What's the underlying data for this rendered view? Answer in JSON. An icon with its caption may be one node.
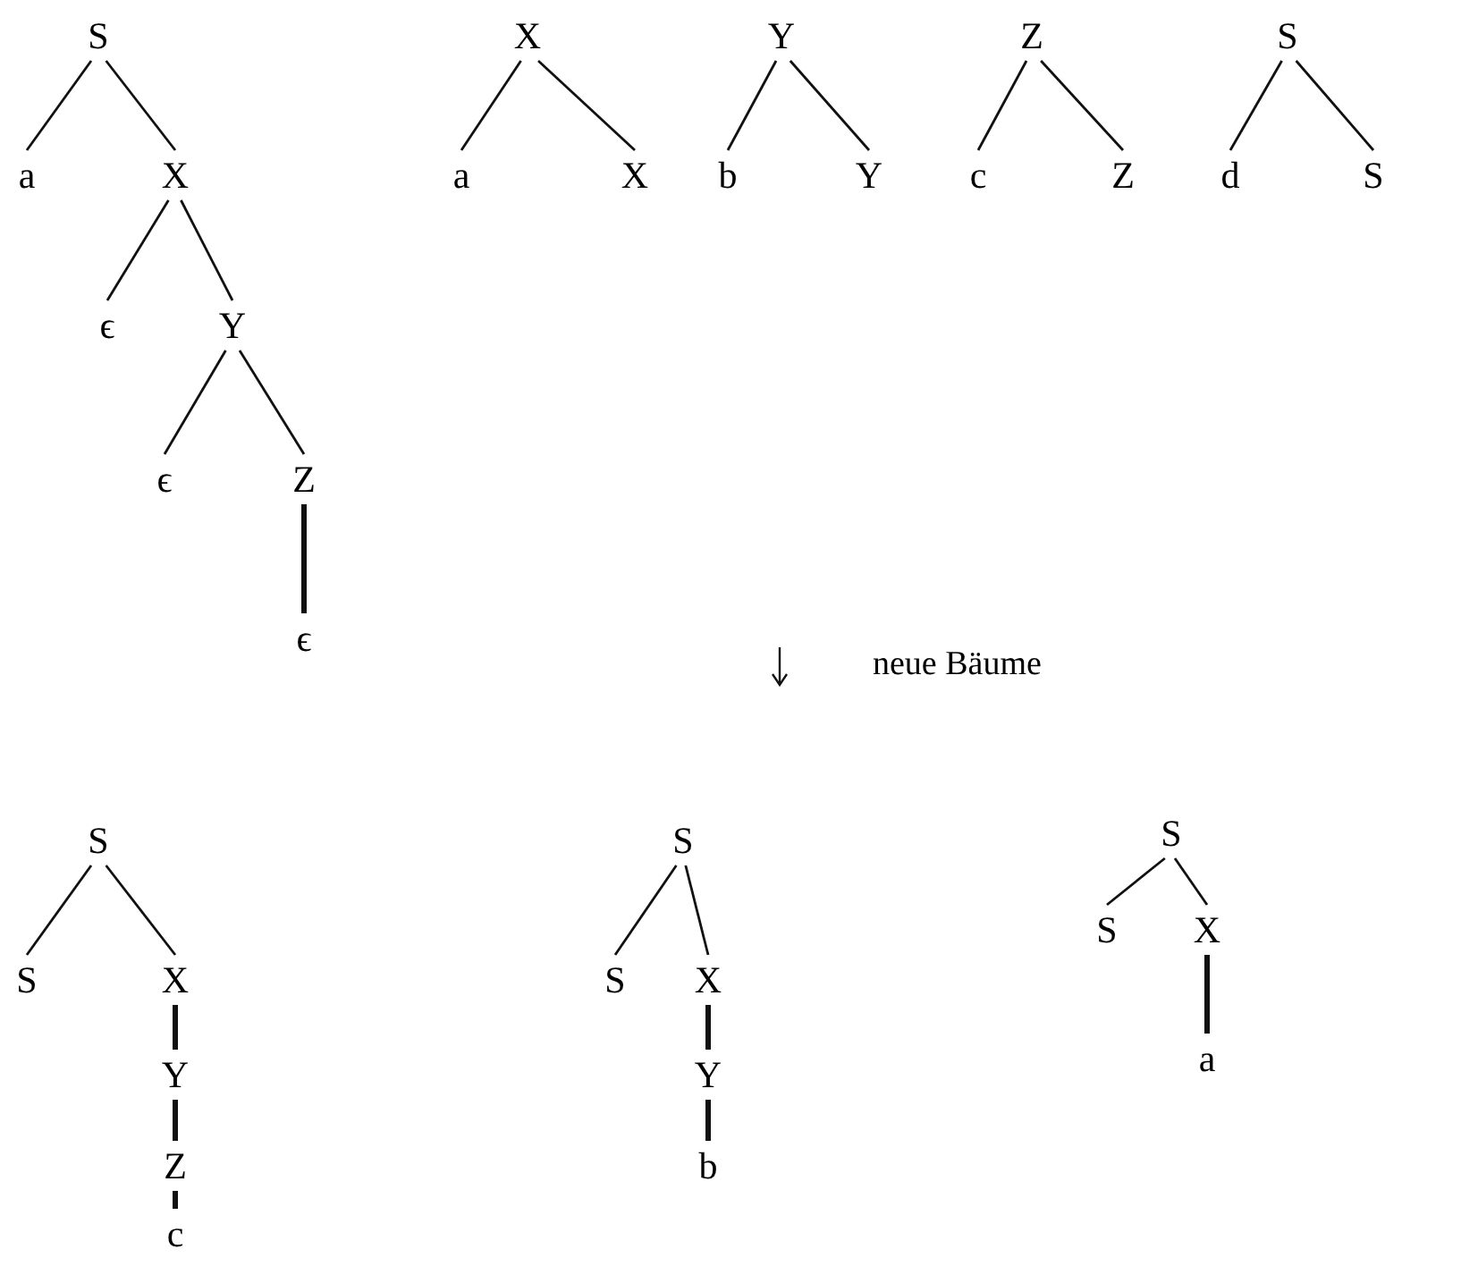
{
  "diagram": {
    "nodes": [
      {
        "text": [
          "S"
        ]
      },
      {
        "text": [
          "a"
        ]
      },
      {
        "text": [
          "X"
        ]
      },
      {
        "text": [
          "ϵ"
        ]
      },
      {
        "text": [
          "Y"
        ]
      },
      {
        "text": [
          "ϵ"
        ]
      },
      {
        "text": [
          "Z"
        ]
      },
      {
        "text": [
          "ϵ"
        ]
      },
      {
        "text": [
          "X"
        ]
      },
      {
        "text": [
          "a"
        ]
      },
      {
        "text": [
          "X"
        ]
      },
      {
        "text": [
          "Y"
        ]
      },
      {
        "text": [
          "b"
        ]
      },
      {
        "text": [
          "Y"
        ]
      },
      {
        "text": [
          "Z"
        ]
      },
      {
        "text": [
          "c"
        ]
      },
      {
        "text": [
          "Z"
        ]
      },
      {
        "text": [
          "S"
        ]
      },
      {
        "text": [
          "d"
        ]
      },
      {
        "text": [
          "S"
        ]
      },
      {
        "text": [
          "S"
        ]
      },
      {
        "text": [
          "S"
        ]
      },
      {
        "text": [
          "X"
        ]
      },
      {
        "text": [
          "Y"
        ]
      },
      {
        "text": [
          "Z"
        ]
      },
      {
        "text": [
          "c"
        ]
      },
      {
        "text": [
          "S"
        ]
      },
      {
        "text": [
          "S"
        ]
      },
      {
        "text": [
          "X"
        ]
      },
      {
        "text": [
          "Y"
        ]
      },
      {
        "text": [
          "b"
        ]
      },
      {
        "text": [
          "S"
        ]
      },
      {
        "text": [
          "S"
        ]
      },
      {
        "text": [
          "X"
        ]
      },
      {
        "text": [
          "a"
        ]
      }
    ],
    "edges": [
      {
        "from": 0,
        "to": 1,
        "arrow": "none"
      },
      {
        "from": 0,
        "to": 2,
        "arrow": "none"
      },
      {
        "from": 2,
        "to": 3,
        "arrow": "none"
      },
      {
        "from": 2,
        "to": 4,
        "arrow": "none"
      },
      {
        "from": 4,
        "to": 5,
        "arrow": "none"
      },
      {
        "from": 4,
        "to": 6,
        "arrow": "none"
      },
      {
        "from": 6,
        "to": 7,
        "arrow": "none",
        "style": "thick"
      },
      {
        "from": 8,
        "to": 9,
        "arrow": "none"
      },
      {
        "from": 8,
        "to": 10,
        "arrow": "none"
      },
      {
        "from": 11,
        "to": 12,
        "arrow": "none"
      },
      {
        "from": 11,
        "to": 13,
        "arrow": "none"
      },
      {
        "from": 14,
        "to": 15,
        "arrow": "none"
      },
      {
        "from": 14,
        "to": 16,
        "arrow": "none"
      },
      {
        "from": 17,
        "to": 18,
        "arrow": "none"
      },
      {
        "from": 17,
        "to": 19,
        "arrow": "none"
      },
      {
        "from": 20,
        "to": 21,
        "arrow": "none"
      },
      {
        "from": 20,
        "to": 22,
        "arrow": "none"
      },
      {
        "from": 22,
        "to": 23,
        "arrow": "none",
        "style": "thick"
      },
      {
        "from": 23,
        "to": 24,
        "arrow": "none",
        "style": "thick"
      },
      {
        "from": 24,
        "to": 25,
        "arrow": "none",
        "style": "thick"
      },
      {
        "from": 26,
        "to": 27,
        "arrow": "none"
      },
      {
        "from": 26,
        "to": 28,
        "arrow": "none"
      },
      {
        "from": 28,
        "to": 29,
        "arrow": "none",
        "style": "thick"
      },
      {
        "from": 29,
        "to": 30,
        "arrow": "none",
        "style": "thick"
      },
      {
        "from": 31,
        "to": 32,
        "arrow": "none"
      },
      {
        "from": 31,
        "to": 33,
        "arrow": "none"
      },
      {
        "from": 33,
        "to": 34,
        "arrow": "none",
        "style": "thick"
      }
    ],
    "labels": [
      "neue Bäume"
    ]
  }
}
